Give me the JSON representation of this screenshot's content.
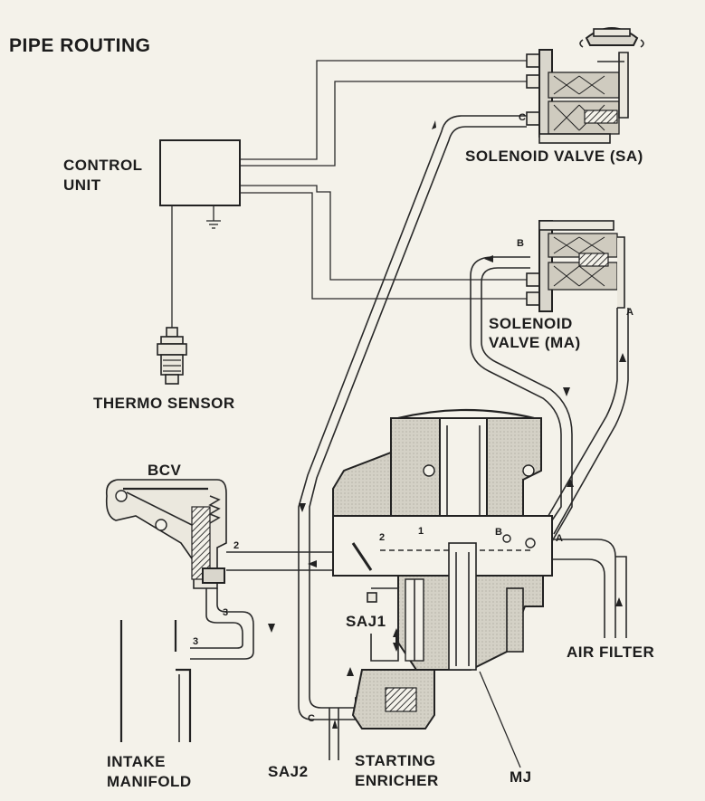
{
  "title": "PIPE ROUTING",
  "components": {
    "control_unit": "CONTROL\nUNIT",
    "solenoid_sa": "SOLENOID VALVE (SA)",
    "solenoid_ma_line1": "SOLENOID",
    "solenoid_ma_line2": "VALVE (MA)",
    "thermo_sensor": "THERMO SENSOR",
    "bcv": "BCV",
    "saj1": "SAJ1",
    "saj2": "SAJ2",
    "air_filter": "AIR FILTER",
    "mj": "MJ",
    "intake_manifold_line1": "INTAKE",
    "intake_manifold_line2": "MANIFOLD",
    "starting_enricher_line1": "STARTING",
    "starting_enricher_line2": "ENRICHER"
  },
  "port_labels": {
    "a1": "A",
    "a2": "A",
    "b1": "B",
    "b2": "B",
    "c1": "C",
    "c2": "C",
    "n1": "1",
    "n2a": "2",
    "n2b": "2",
    "n3a": "3",
    "n3b": "3"
  }
}
